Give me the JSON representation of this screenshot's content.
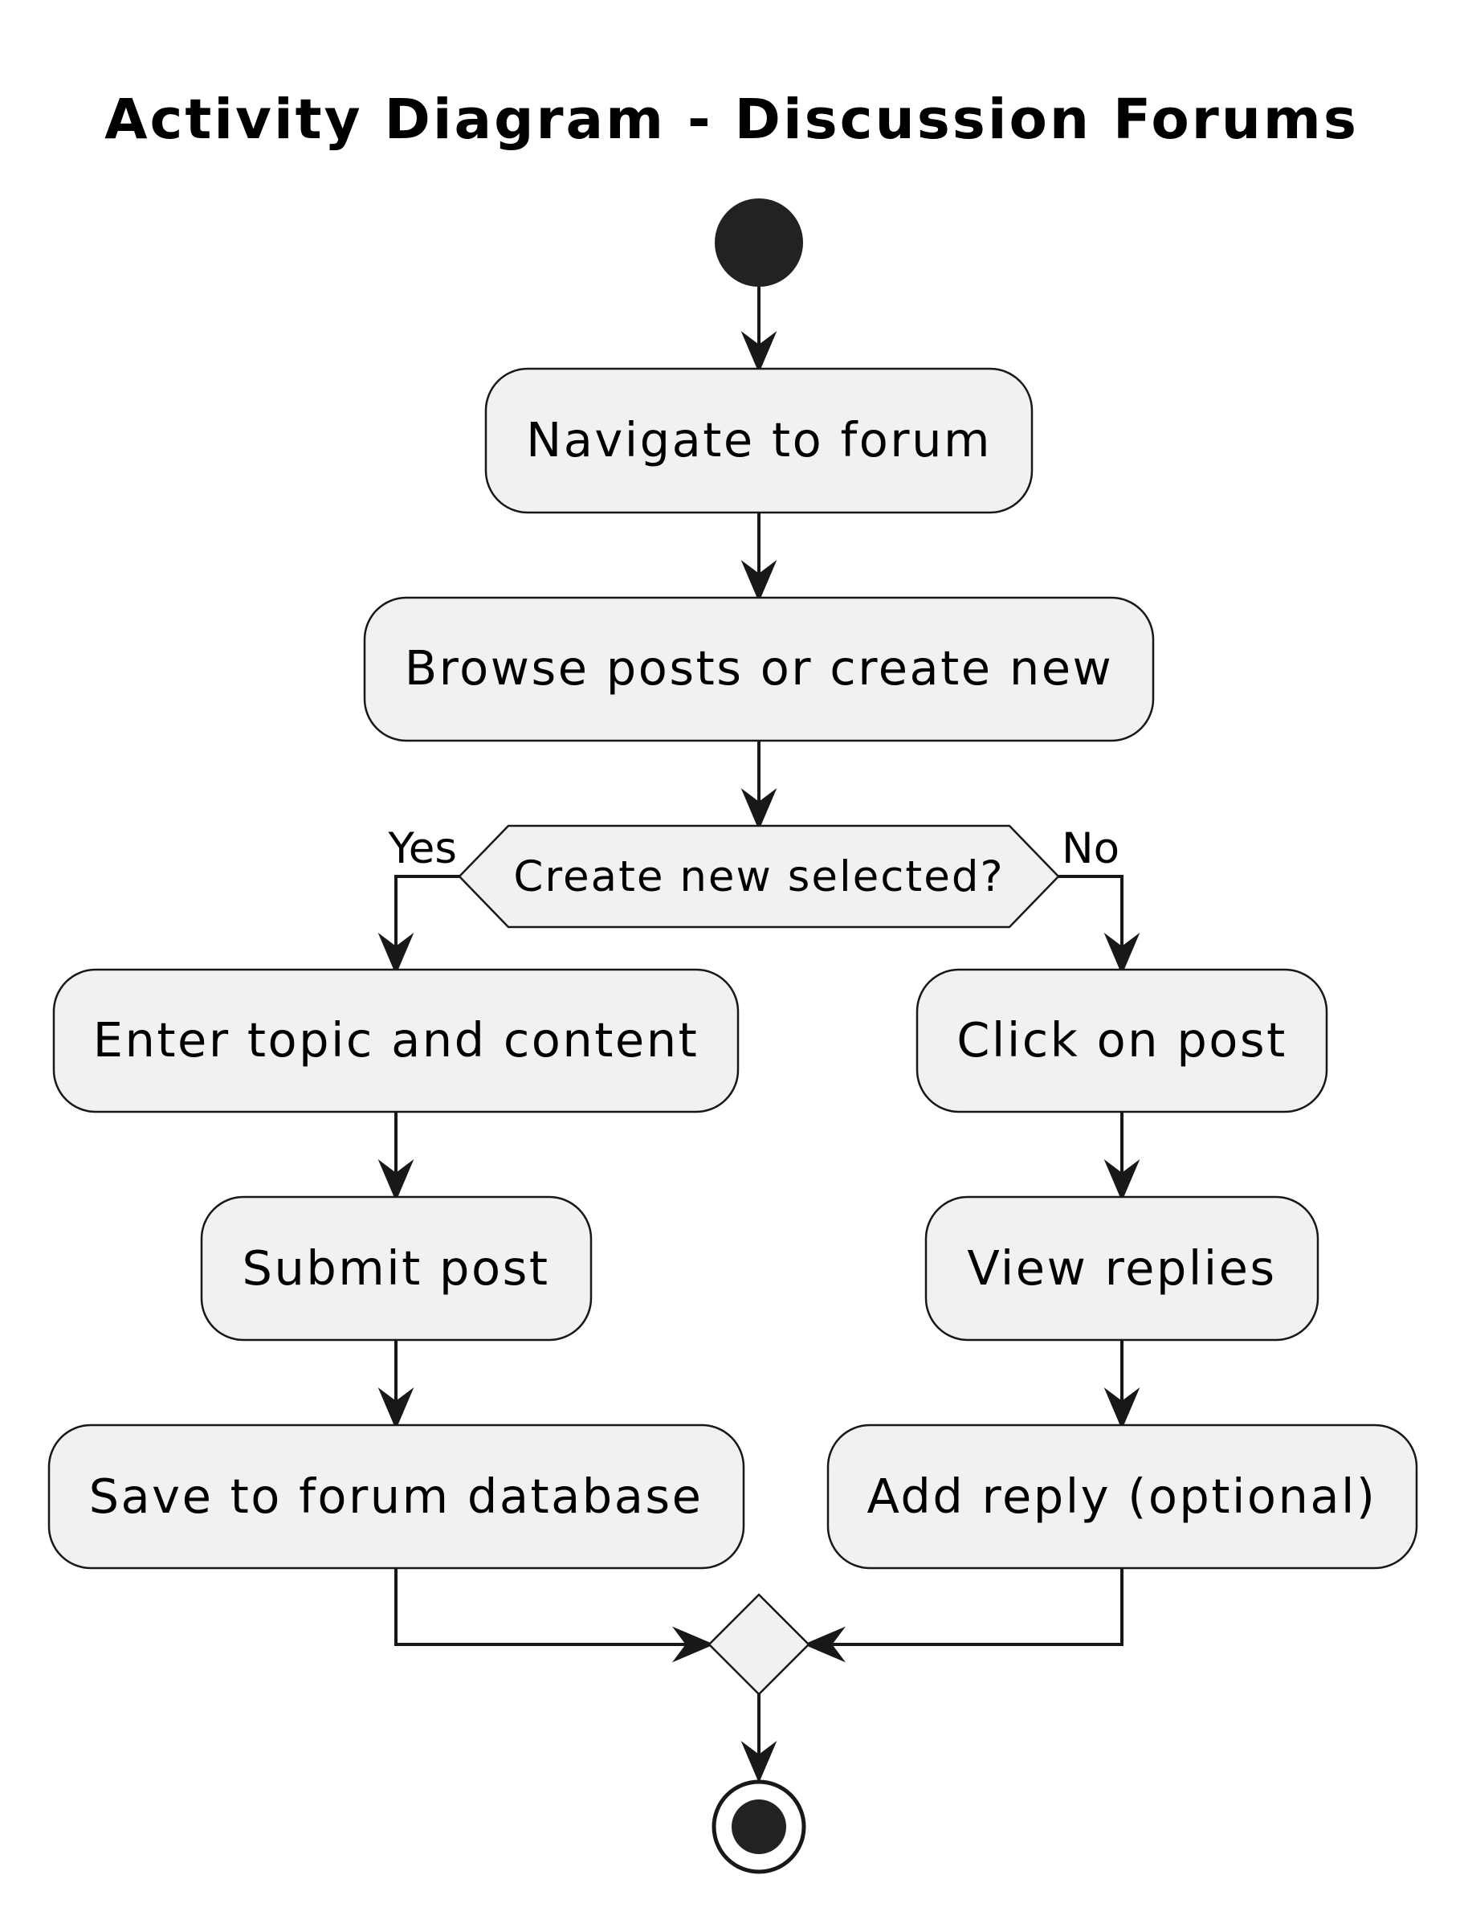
{
  "title": "Activity Diagram - Discussion Forums",
  "activities": {
    "navigate": "Navigate to forum",
    "browse": "Browse posts or create new",
    "enter_topic": "Enter topic and content",
    "submit_post": "Submit post",
    "save_database": "Save to forum database",
    "click_post": "Click on post",
    "view_replies": "View replies",
    "add_reply": "Add reply (optional)"
  },
  "decision": {
    "question": "Create new selected?",
    "yes_label": "Yes",
    "no_label": "No"
  },
  "colors": {
    "node_fill": "#f1f1f1",
    "stroke": "#181818",
    "start_fill": "#222222"
  }
}
